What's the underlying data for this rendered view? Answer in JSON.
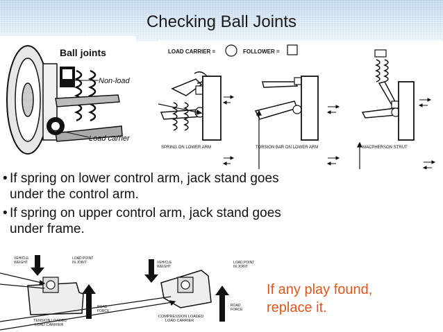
{
  "slide": {
    "title": "Checking Ball Joints",
    "bullets": [
      {
        "marker": "•",
        "line1": "If spring on lower control arm, jack stand goes",
        "line2": "under the control arm."
      },
      {
        "marker": "•",
        "line1": "If spring on upper control arm, jack stand goes",
        "line2": "under frame."
      }
    ],
    "note_line1": "If any play found,",
    "note_line2": "replace it.",
    "accent_color": "#e0561b"
  },
  "figure_left": {
    "heading": "Ball joints",
    "label_nonload": "Non-load",
    "label_load": "Load carrier"
  },
  "figure_top": {
    "legend_load": "LOAD CARRIER =",
    "legend_follow": "FOLLOWER =",
    "caption_1": "SPRING ON LOWER ARM",
    "caption_2": "TORSION BAR ON LOWER ARM",
    "caption_3": "MACPHERSON STRUT"
  },
  "figure_bottom": {
    "vehicle_weight_1": "VEHICLE",
    "vehicle_weight_2": "WEIGHT",
    "load_point_1": "LOAD POINT",
    "load_point_2": "IN JOINT",
    "road_force_1": "ROAD",
    "road_force_2": "FORCE",
    "tension_1": "TENSION LOADED",
    "tension_2": "LOAD CARRIER",
    "compression_1": "COMPRESSION LOADED",
    "compression_2": "LOAD CARRIER"
  }
}
